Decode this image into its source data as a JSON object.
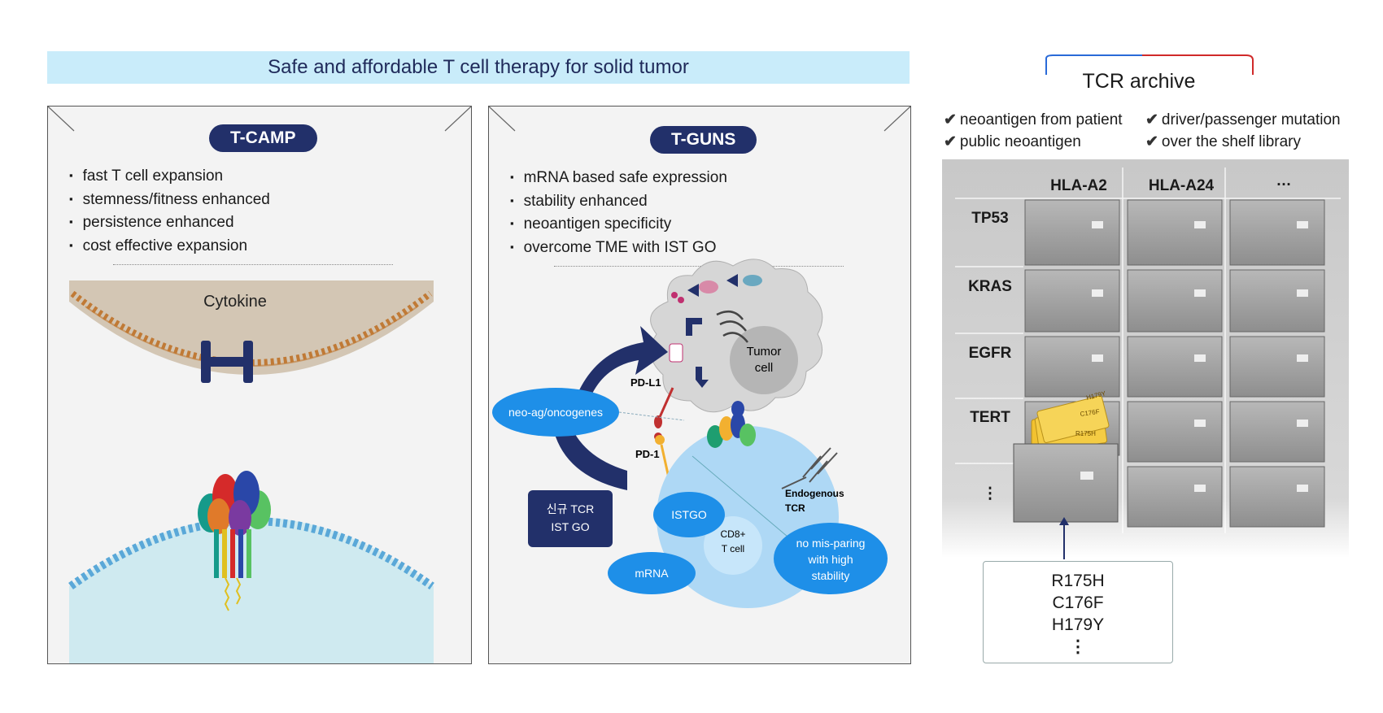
{
  "header": {
    "title": "Safe and affordable T cell therapy for solid tumor"
  },
  "tcamp": {
    "label": "T-CAMP",
    "bullets": [
      "fast T cell expansion",
      "stemness/fitness enhanced",
      "persistence enhanced",
      "cost effective expansion"
    ],
    "cytokine_label": "Cytokine"
  },
  "tguns": {
    "label": "T-GUNS",
    "bullets": [
      "mRNA based safe expression",
      "stability enhanced",
      "neoantigen specificity",
      "overcome TME with IST GO"
    ],
    "tumor_cell_line1": "Tumor",
    "tumor_cell_line2": "cell",
    "pdl1": "PD-L1",
    "pd1": "PD-1",
    "neo_ag": "neo-ag/oncogenes",
    "new_tcr_line1": "신규 TCR",
    "new_tcr_line2": "IST GO",
    "istgo": "ISTGO",
    "cd8_line1": "CD8+",
    "cd8_line2": "T cell",
    "mrna": "mRNA",
    "endogenous_line1": "Endogenous",
    "endogenous_line2": "TCR",
    "mispairing_line1": "no mis-paring",
    "mispairing_line2": "with high",
    "mispairing_line3": "stability"
  },
  "archive": {
    "title": "TCR archive",
    "checks": [
      "neoantigen from patient",
      "public neoantigen",
      "driver/passenger mutation",
      "over the shelf library"
    ],
    "columns": [
      "HLA-A2",
      "HLA-A24",
      "…"
    ],
    "rows": [
      "TP53",
      "KRAS",
      "EGFR",
      "TERT",
      "⋮"
    ],
    "folder_tabs": [
      "H179Y",
      "C176F",
      "R175H"
    ],
    "mutations": [
      "R175H",
      "C176F",
      "H179Y",
      "⋮"
    ]
  }
}
